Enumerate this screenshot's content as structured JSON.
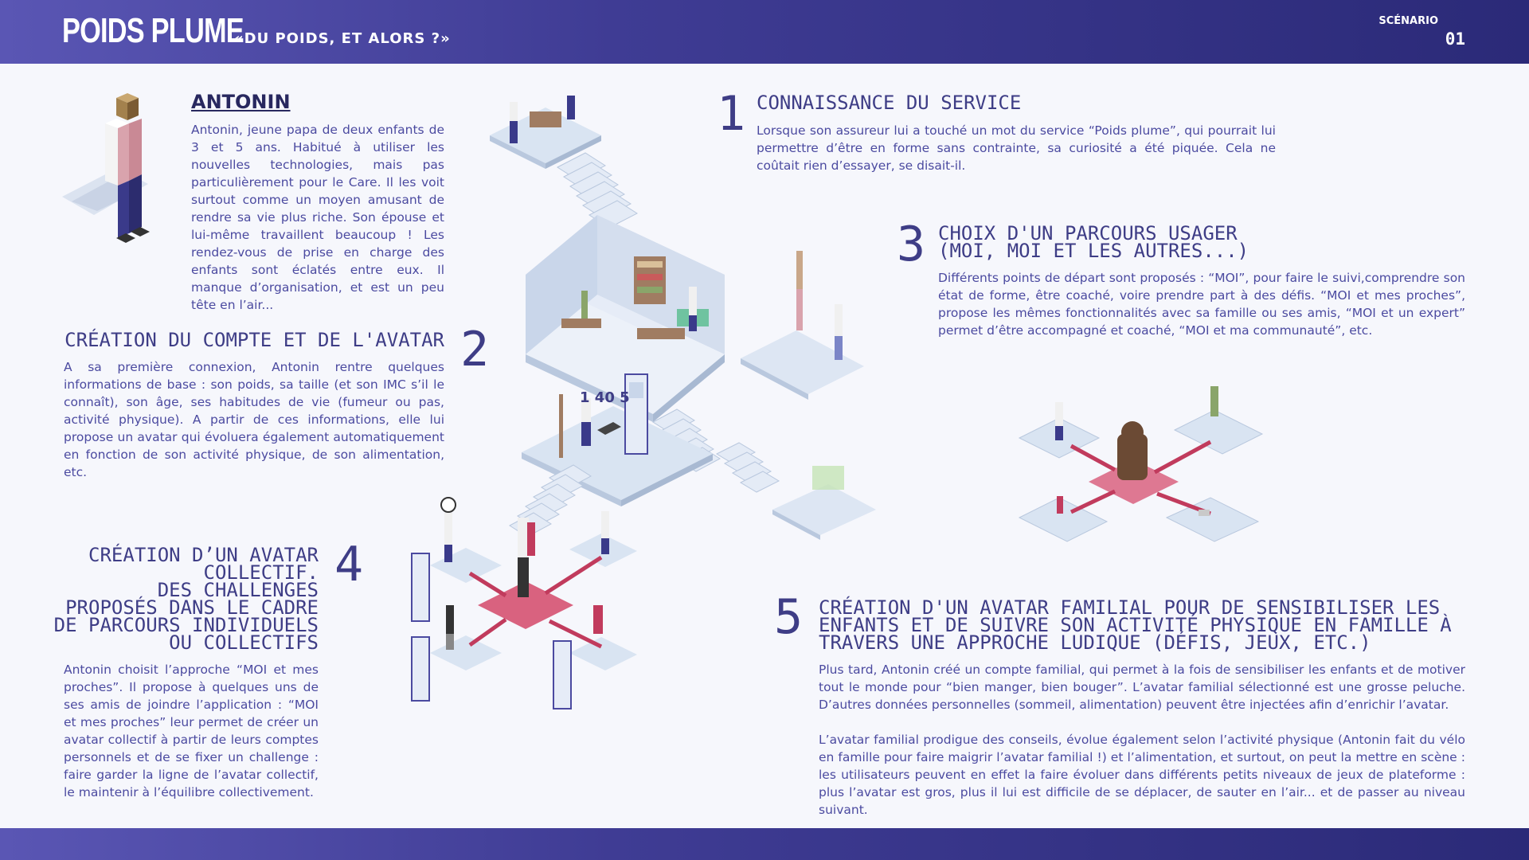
{
  "header": {
    "brand": "POIDS PLUME",
    "tagline": "«DU POIDS, ET ALORS ?»",
    "scenario_label": "SCÉNARIO",
    "scenario_number": "01"
  },
  "persona": {
    "name": "ANTONIN",
    "description": "Antonin, jeune papa de deux enfants de 3 et 5 ans. Habitué à utiliser les nouvelles technologies, mais pas particulièrement pour le Care. Il les voit surtout comme un moyen amusant de rendre sa vie plus riche. Son épouse et lui-même travaillent beaucoup ! Les rendez-vous de prise en charge des enfants sont éclatés entre eux. Il manque d’organisation, et est un peu tête en l’air..."
  },
  "steps": {
    "s1": {
      "number": "1",
      "title": "CONNAISSANCE DU SERVICE",
      "text": "Lorsque son assureur lui a touché un mot du service “Poids plume”, qui pourrait lui permettre d’être en forme sans contrainte, sa curiosité a été piquée. Cela ne coûtait rien d’essayer, se disait-il."
    },
    "s2": {
      "number": "2",
      "title": "CRÉATION DU COMPTE ET DE L'AVATAR",
      "text": "A sa première connexion, Antonin rentre quelques informations de base : son poids, sa taille (et son IMC s’il le connaît), son âge, ses habitudes de vie (fumeur ou pas, activité physique). A partir de ces informations, elle lui propose un avatar qui évoluera également automatiquement en fonction de son activité physique, de son alimentation, etc."
    },
    "s3": {
      "number": "3",
      "title_line1": "CHOIX D'UN PARCOURS USAGER",
      "title_line2": "(MOI, MOI ET LES AUTRES...)",
      "text": "Différents points de départ sont proposés : “MOI”, pour faire le suivi,comprendre son état de forme, être coaché, voire prendre part à des défis.  “MOI et mes proches”, propose les mêmes fonctionnalités avec sa famille ou ses amis, “MOI et un expert” permet d’être accompagné et coaché, “MOI et ma communauté”, etc."
    },
    "s4": {
      "number": "4",
      "title_line1": "CRÉATION D’UN AVATAR",
      "title_line2": "COLLECTIF.",
      "title_line3": "DES CHALLENGES",
      "title_line4": "PROPOSÉS DANS LE CADRE",
      "title_line5": "DE PARCOURS INDIVIDUELS",
      "title_line6": "OU COLLECTIFS",
      "text": "Antonin choisit l’approche “MOI et mes proches”. Il propose à quelques uns de ses amis de joindre l’application : “MOI et mes proches” leur permet de créer un avatar collectif à partir de leurs comptes personnels et de se fixer un challenge : faire garder la ligne de l’avatar collectif, le maintenir à l’équilibre collectivement."
    },
    "s5": {
      "number": "5",
      "title_line1": "CRÉATION D'UN AVATAR FAMILIAL POUR DE SENSIBILISER LES",
      "title_line2": "ENFANTS ET DE SUIVRE SON ACTIVITÉ PHYSIQUE EN FAMILLE À",
      "title_line3": "TRAVERS UNE APPROCHE LUDIQUE (DÉFIS, JEUX, ETC.)",
      "text1": "Plus tard, Antonin créé un compte familial, qui permet à la fois de sensibiliser les enfants et de motiver tout le monde pour “bien manger, bien bouger”. L’avatar familial sélectionné est une grosse peluche. D’autres données personnelles (sommeil, alimentation) peuvent être injectées afin d’enrichir l’avatar.",
      "text2": "L’avatar familial prodigue des conseils, évolue également selon l’activité physique (Antonin fait du vélo en famille pour faire maigrir l’avatar familial !) et l’alimentation, et surtout, on peut la mettre en scène : les utilisateurs peuvent en effet la faire évoluer dans différents petits niveaux de jeux de plateforme : plus l’avatar est gros, plus il lui est difficile de se déplacer, de sauter en l’air... et de passer au niveau suivant."
    }
  },
  "illustration": {
    "scale_labels": "1  40  5"
  },
  "colors": {
    "header": "#3f3c94",
    "title": "#3e3d86",
    "text": "#4b4aa0",
    "platform": "#d9e4f2",
    "accent_pink": "#d9627f"
  }
}
